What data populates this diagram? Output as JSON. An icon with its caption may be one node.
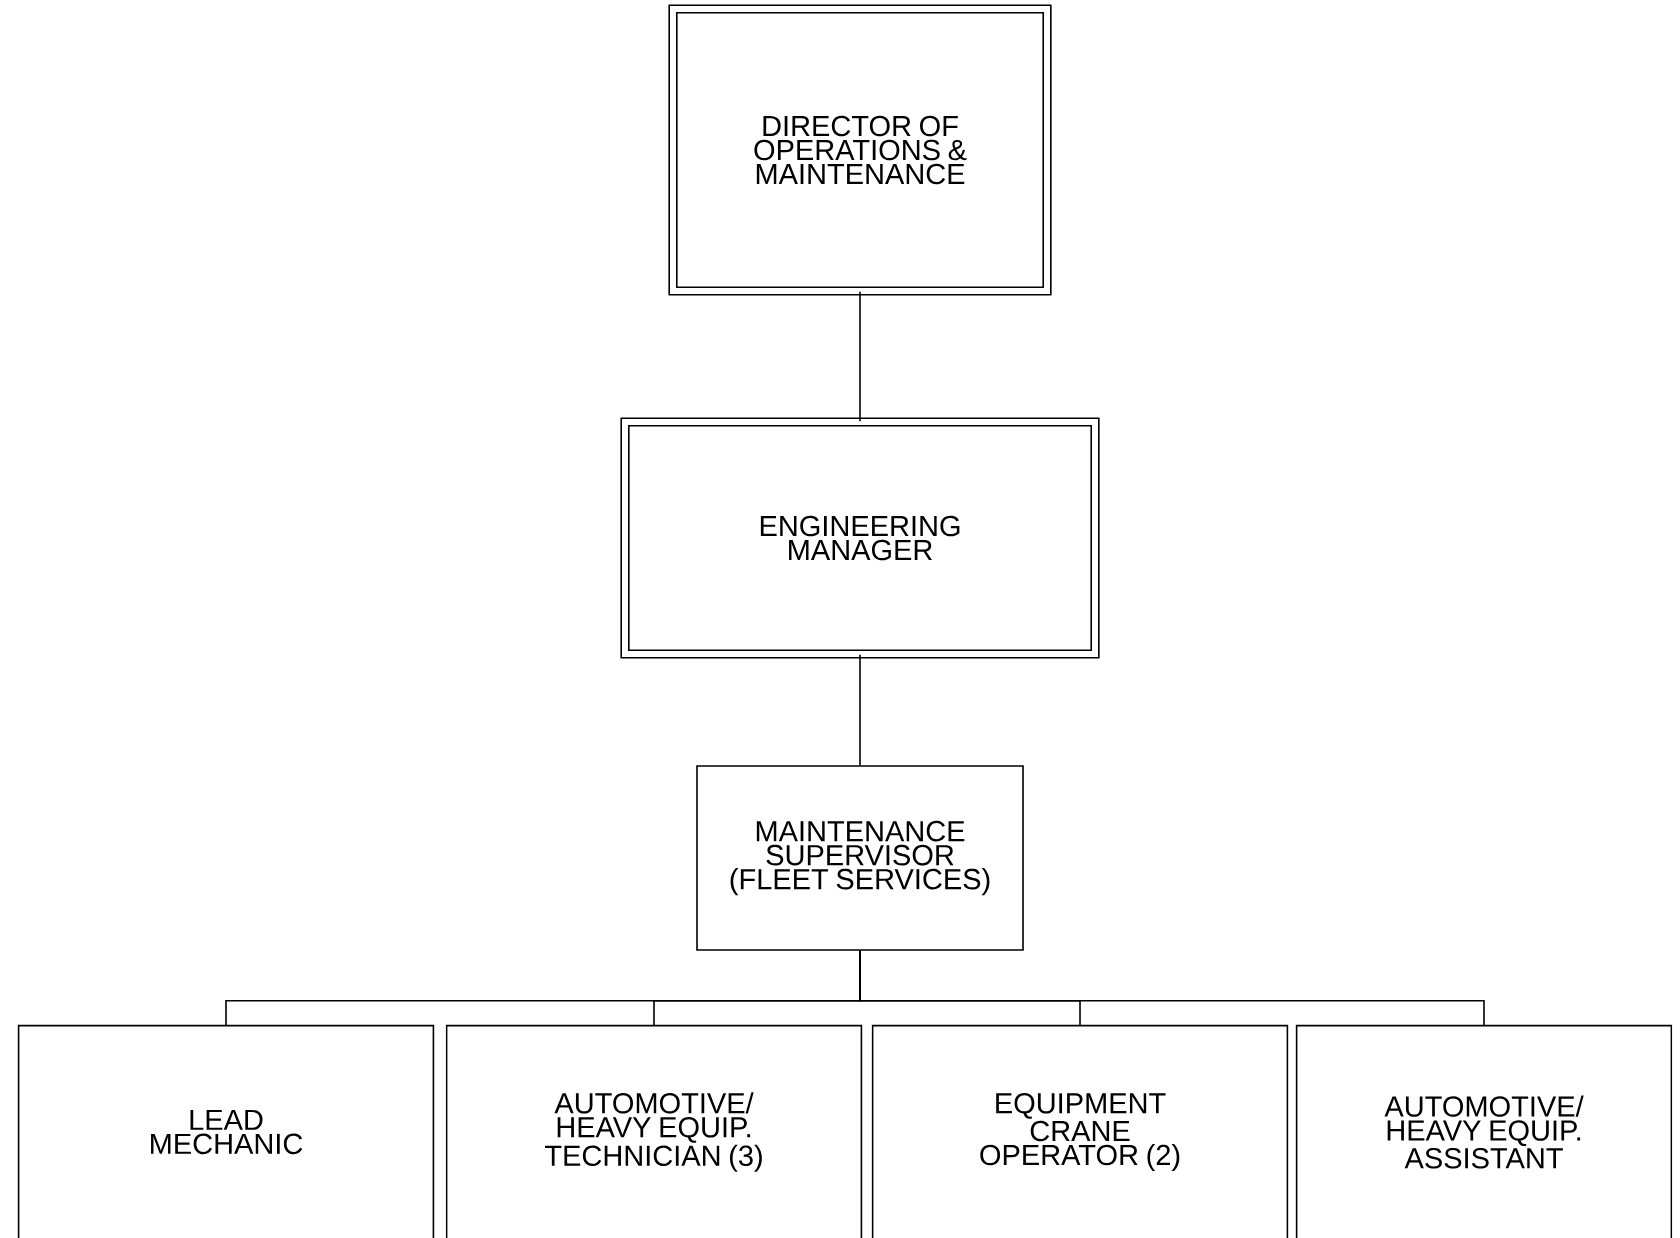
{
  "diagram": {
    "nodes": [
      {
        "text": [
          "DIRECTOR OF OPERATIONS & MAINTENANCE"
        ]
      },
      {
        "text": [
          "ENGINEERING MANAGER"
        ]
      },
      {
        "text": [
          "MAINTENANCE SUPERVISOR (FLEET SERVICES)"
        ]
      },
      {
        "text": [
          "LEAD MECHANIC"
        ]
      },
      {
        "text": [
          "AUTOMOTIVE/ HEAVY EQUIP. TECHNICIAN (3)"
        ]
      },
      {
        "text": [
          "EQUIPMENT CRANE OPERATOR (2)"
        ]
      },
      {
        "text": [
          "AUTOMOTIVE/ HEAVY EQUIP. ASSISTANT"
        ]
      }
    ],
    "edges": [
      {
        "from": 0,
        "to": 1,
        "arrow": "none"
      },
      {
        "from": 1,
        "to": 2,
        "arrow": "none"
      },
      {
        "from": 2,
        "to": 3,
        "arrow": "none"
      },
      {
        "from": 2,
        "to": 4,
        "arrow": "none"
      },
      {
        "from": 2,
        "to": 5,
        "arrow": "none"
      },
      {
        "from": 2,
        "to": 6,
        "arrow": "none"
      }
    ]
  }
}
